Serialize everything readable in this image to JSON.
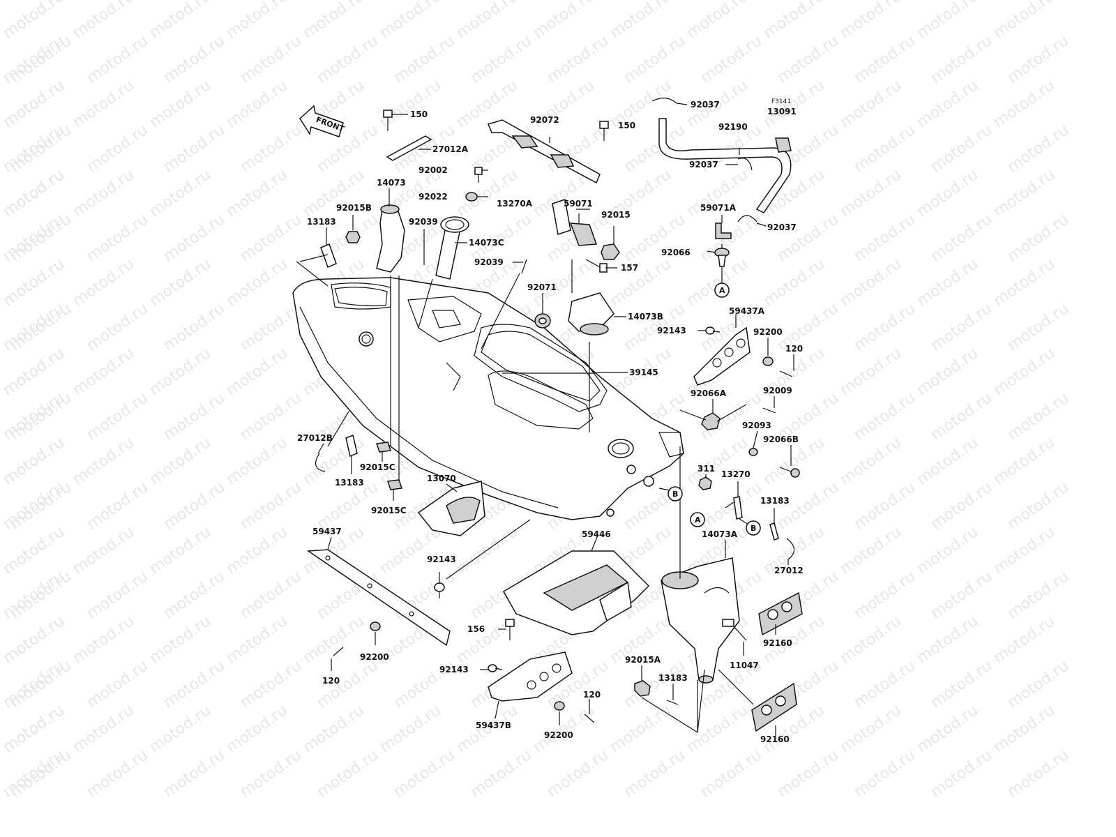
{
  "watermark": {
    "text": "motod.ru",
    "color": "#e6e6e6"
  },
  "figure_code": "F3141",
  "front_label": "FRONT",
  "callouts": [
    "A",
    "B"
  ],
  "parts": {
    "p150a": "150",
    "p150b": "150",
    "p27012A": "27012A",
    "p92002": "92002",
    "p14073": "14073",
    "p92022": "92022",
    "p92015B": "92015B",
    "p92039a": "92039",
    "p14073C": "14073C",
    "p13183a": "13183",
    "p92039b": "92039",
    "p92072": "92072",
    "p13270A": "13270A",
    "p59071": "59071",
    "p92015": "92015",
    "p157": "157",
    "p92071": "92071",
    "p14073B": "14073B",
    "p39145": "39145",
    "p92037a": "92037",
    "p13091": "13091",
    "p92190": "92190",
    "p92037b": "92037",
    "p59071A": "59071A",
    "p92037c": "92037",
    "p92066": "92066",
    "p59437A": "59437A",
    "p92143a": "92143",
    "p92200a": "92200",
    "p120a": "120",
    "p92066A": "92066A",
    "p92009": "92009",
    "p92093": "92093",
    "p92066B": "92066B",
    "p27012B": "27012B",
    "p92015Ca": "92015C",
    "p13183b": "13183",
    "p92015Cb": "92015C",
    "p13070": "13070",
    "p311": "311",
    "p13270": "13270",
    "p13183c": "13183",
    "p14073A": "14073A",
    "p27012": "27012",
    "p59437": "59437",
    "p59446": "59446",
    "p92143b": "92143",
    "p156": "156",
    "p92200b": "92200",
    "p120b": "120",
    "p92143c": "92143",
    "p59437B": "59437B",
    "p92200c": "92200",
    "p120c": "120",
    "p92015A": "92015A",
    "p13183d": "13183",
    "p11047": "11047",
    "p92160a": "92160",
    "p92160b": "92160"
  }
}
